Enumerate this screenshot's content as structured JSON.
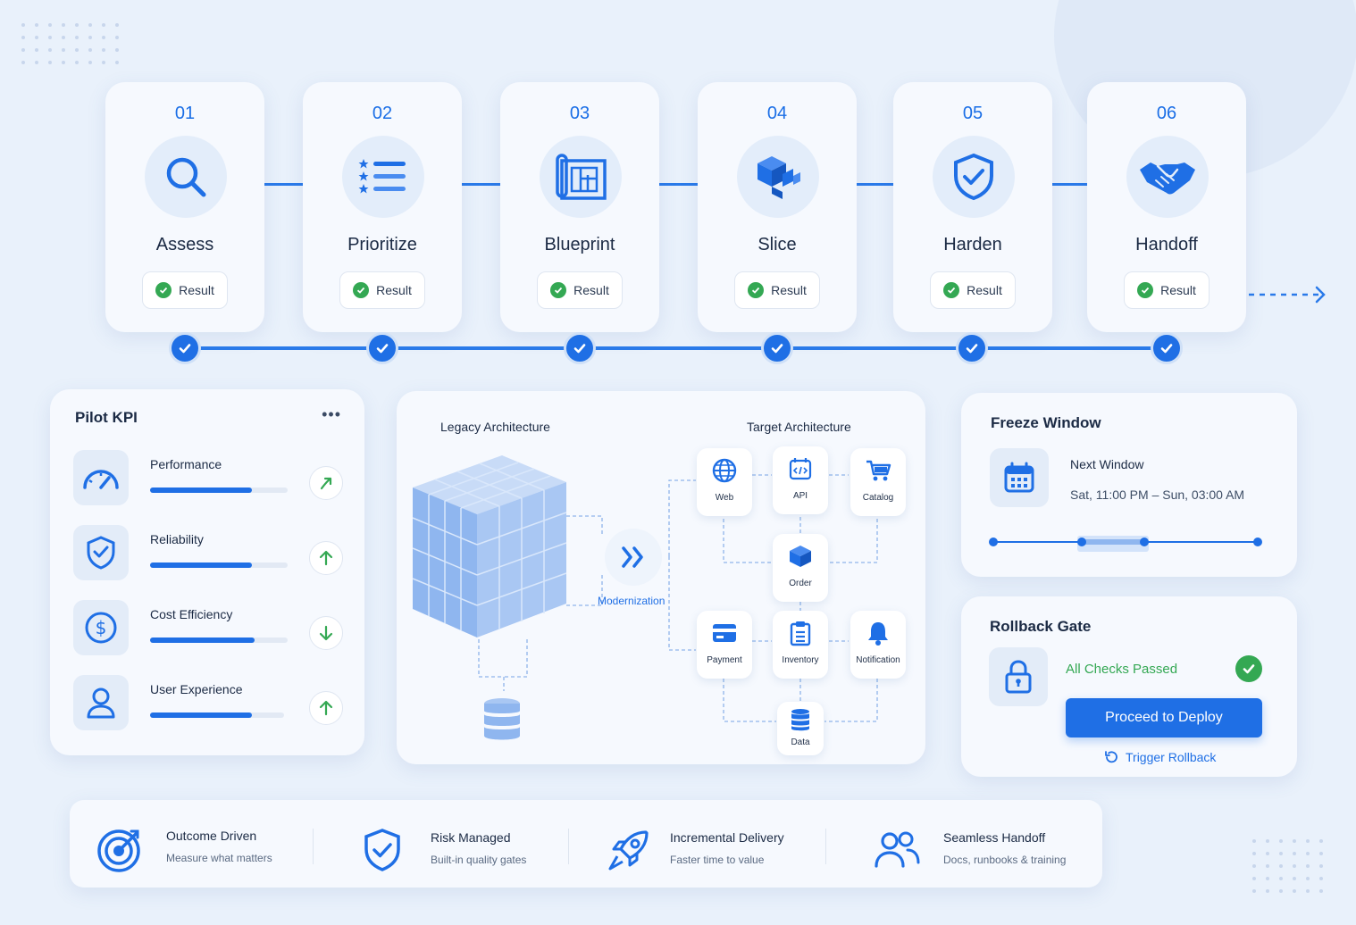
{
  "colors": {
    "accent": "#1f6fe5",
    "success": "#34a853",
    "background": "#e9f1fb"
  },
  "steps": [
    {
      "num": "01",
      "title": "Assess",
      "result": "Result",
      "icon": "search-icon"
    },
    {
      "num": "02",
      "title": "Prioritize",
      "result": "Result",
      "icon": "priority-list-icon"
    },
    {
      "num": "03",
      "title": "Blueprint",
      "result": "Result",
      "icon": "blueprint-icon"
    },
    {
      "num": "04",
      "title": "Slice",
      "result": "Result",
      "icon": "cubes-icon"
    },
    {
      "num": "05",
      "title": "Harden",
      "result": "Result",
      "icon": "shield-check-icon"
    },
    {
      "num": "06",
      "title": "Handoff",
      "result": "Result",
      "icon": "handshake-icon"
    }
  ],
  "kpi": {
    "title": "Pilot KPI",
    "more": "•••",
    "items": [
      {
        "label": "Performance",
        "progress": 0.74,
        "trend": "trend-up-right",
        "icon": "gauge-icon"
      },
      {
        "label": "Reliability",
        "progress": 0.74,
        "trend": "arrow-up",
        "icon": "shield-icon"
      },
      {
        "label": "Cost Efficiency",
        "progress": 0.76,
        "trend": "arrow-down",
        "icon": "dollar-icon"
      },
      {
        "label": "User Experience",
        "progress": 0.76,
        "trend": "arrow-up",
        "icon": "user-icon"
      }
    ]
  },
  "architecture": {
    "legacy_title": "Legacy Architecture",
    "target_title": "Target Architecture",
    "transition_label": "Modernization",
    "services": {
      "web": "Web",
      "api": "API",
      "catalog": "Catalog",
      "order": "Order",
      "payment": "Payment",
      "inventory": "Inventory",
      "notification": "Notification",
      "data": "Data"
    }
  },
  "freeze": {
    "title": "Freeze Window",
    "label": "Next Window",
    "time": "Sat, 11:00 PM – Sun, 03:00 AM"
  },
  "rollback": {
    "title": "Rollback Gate",
    "status": "All Checks Passed",
    "deploy_label": "Proceed to Deploy",
    "rollback_label": "Trigger Rollback"
  },
  "features": [
    {
      "title": "Outcome Driven",
      "subtitle": "Measure what matters",
      "icon": "target-icon"
    },
    {
      "title": "Risk Managed",
      "subtitle": "Built-in quality gates",
      "icon": "shield-check-icon"
    },
    {
      "title": "Incremental Delivery",
      "subtitle": "Faster time to value",
      "icon": "rocket-icon"
    },
    {
      "title": "Seamless Handoff",
      "subtitle": "Docs, runbooks & training",
      "icon": "team-icon"
    }
  ]
}
